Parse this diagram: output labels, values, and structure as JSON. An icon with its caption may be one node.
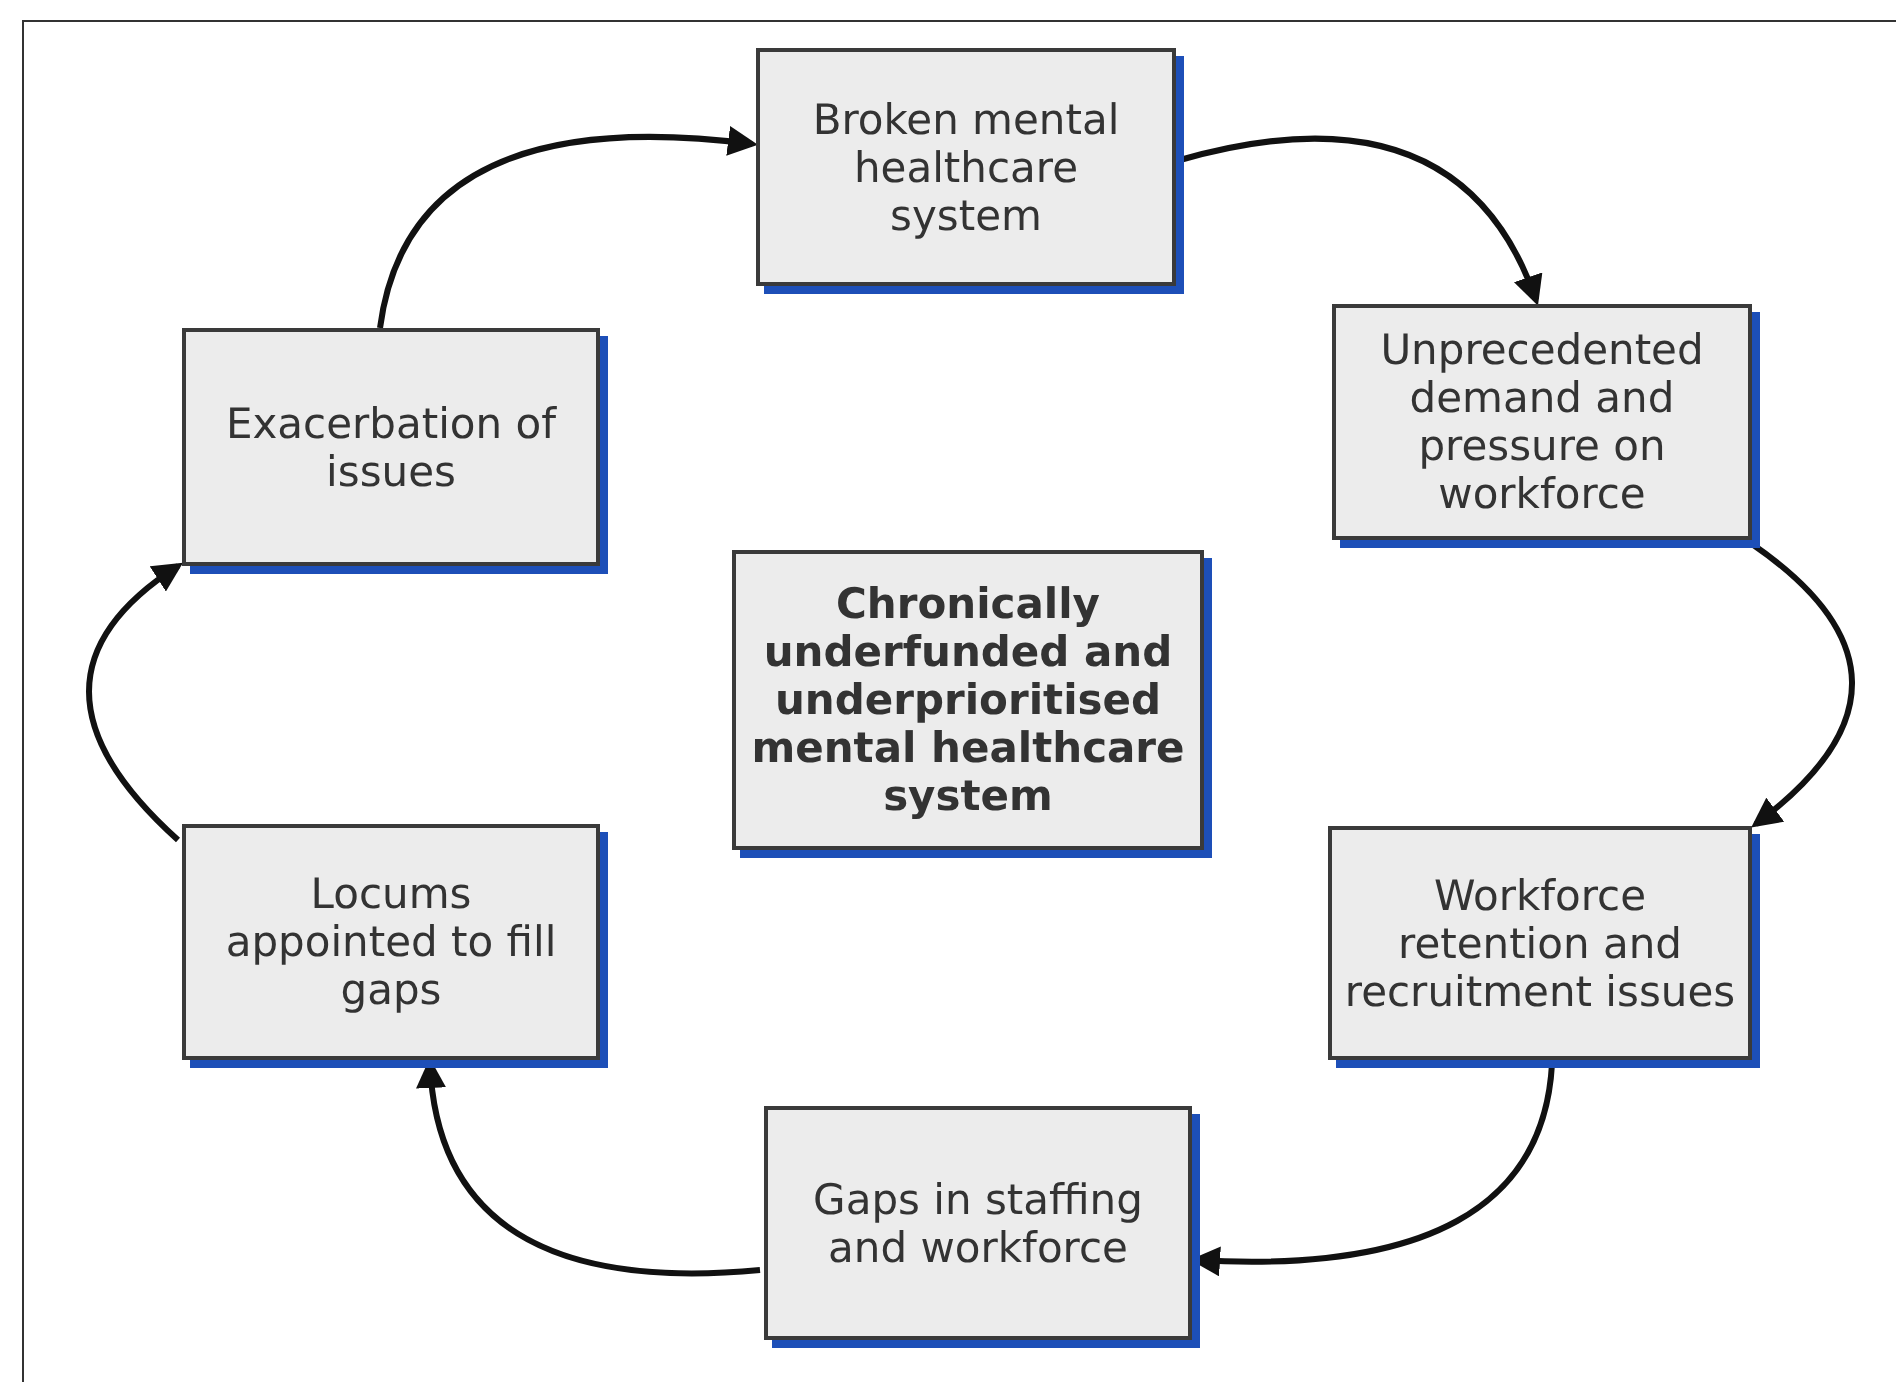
{
  "diagram": {
    "nodes": [
      {
        "text": [
          "Chronically underfunded and underprioritised mental healthcare system"
        ]
      },
      {
        "text": [
          "Broken mental healthcare system"
        ]
      },
      {
        "text": [
          "Unprecedented demand and pressure on workforce"
        ]
      },
      {
        "text": [
          "Workforce retention and recruitment issues"
        ]
      },
      {
        "text": [
          "Gaps in staffing and workforce"
        ]
      },
      {
        "text": [
          "Locums appointed to fill gaps"
        ]
      },
      {
        "text": [
          "Exacerbation of issues"
        ]
      }
    ],
    "edges": [
      {
        "from": 6,
        "to": 1,
        "arrow": "to"
      },
      {
        "from": 1,
        "to": 2,
        "arrow": "to"
      },
      {
        "from": 2,
        "to": 3,
        "arrow": "to"
      },
      {
        "from": 3,
        "to": 4,
        "arrow": "to"
      },
      {
        "from": 4,
        "to": 5,
        "arrow": "to"
      },
      {
        "from": 5,
        "to": 6,
        "arrow": "to"
      }
    ]
  }
}
